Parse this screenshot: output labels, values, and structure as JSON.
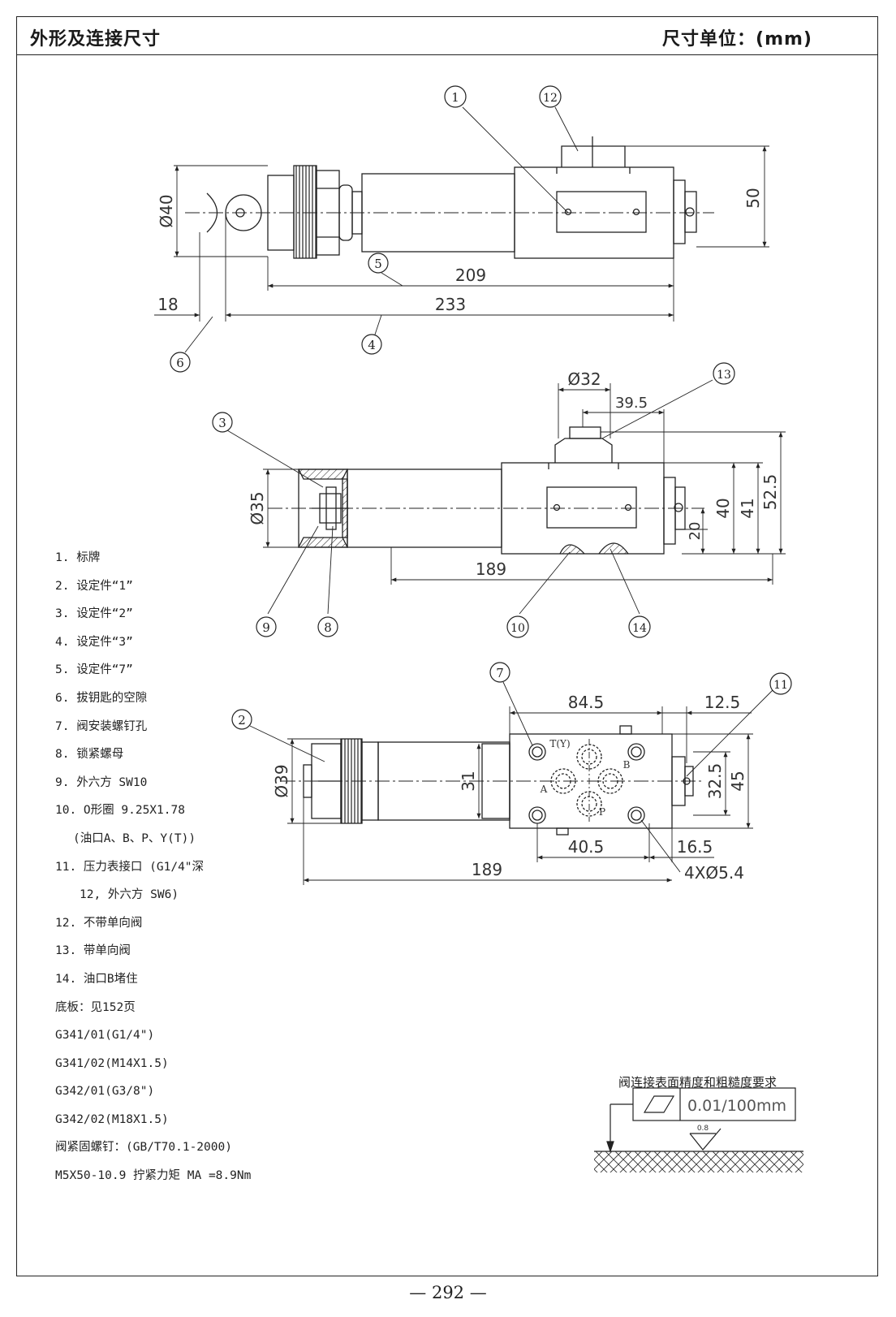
{
  "header": {
    "title": "外形及连接尺寸",
    "unit": "尺寸单位：(mm)"
  },
  "views": {
    "top": {
      "balloons": [
        "1",
        "12",
        "5",
        "4",
        "6"
      ],
      "dims": {
        "d40": "Ø40",
        "d50": "50",
        "d209": "209",
        "d18": "18",
        "d233": "233"
      }
    },
    "middle": {
      "balloons": [
        "3",
        "13",
        "9",
        "8",
        "10",
        "14"
      ],
      "dims": {
        "d32": "Ø32",
        "d395": "39.5",
        "d35": "Ø35",
        "d40": "40",
        "d41": "41",
        "d525": "52.5",
        "d20": "20",
        "d189": "189"
      }
    },
    "bottom": {
      "balloons": [
        "7",
        "11",
        "2"
      ],
      "dims": {
        "d845": "84.5",
        "d125": "12.5",
        "d39": "Ø39",
        "d31": "31",
        "d325": "32.5",
        "d45": "45",
        "d405": "40.5",
        "d165": "16.5",
        "d189": "189",
        "holes": "4XØ5.4"
      },
      "ports": {
        "ty": "T(Y)",
        "a": "A",
        "b": "B",
        "p": "P"
      }
    }
  },
  "legend": [
    "1. 标牌",
    "2. 设定件“1”",
    "3. 设定件“2”",
    "4. 设定件“3”",
    "5. 设定件“7”",
    "6. 拔钥匙的空隙",
    "7. 阀安装螺钉孔",
    "8. 锁紧螺母",
    "9. 外六方 SW10",
    "10. O形圈 9.25X1.78",
    "(油口A、B、P、Y(T))",
    "11. 压力表接口 (G1/4\"深",
    "12, 外六方 SW6)",
    "12. 不带单向阀",
    "13. 带单向阀",
    "14. 油口B堵住",
    "底板：见152页",
    "G341/01(G1/4\")",
    "G341/02(M14X1.5)",
    "G342/01(G3/8\")",
    "G342/02(M18X1.5)",
    "阀紧固螺钉：(GB/T70.1-2000)",
    "M5X50-10.9 拧紧力矩 MA =8.9Nm"
  ],
  "surface": {
    "caption": "阀连接表面精度和粗糙度要求",
    "flatness": "0.01/100mm",
    "roughness": "0.8"
  },
  "page_number": "— 292 —"
}
